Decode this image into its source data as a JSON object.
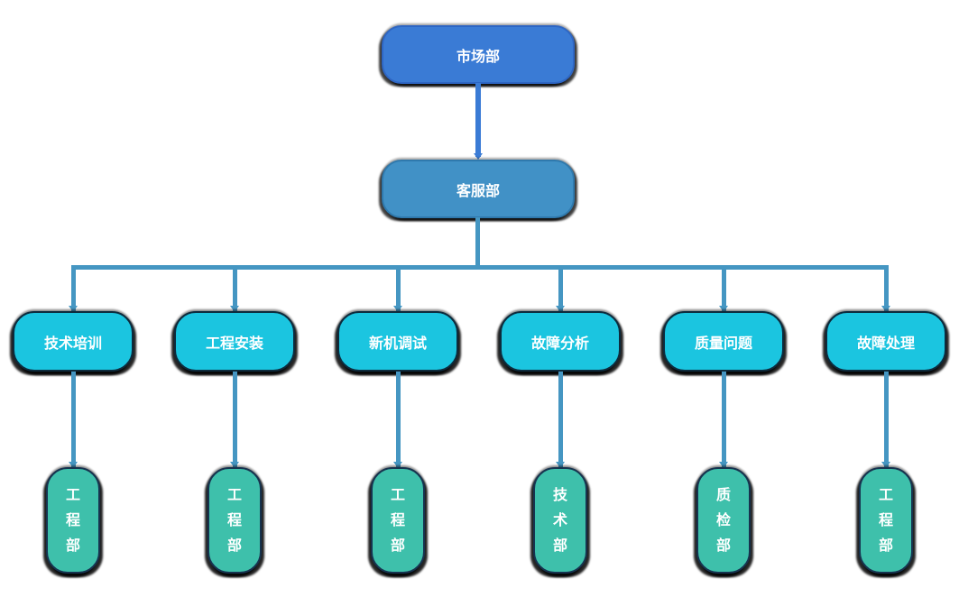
{
  "org_chart": {
    "root": {
      "label": "市场部"
    },
    "level2": {
      "label": "客服部"
    },
    "branches": [
      {
        "label": "技术培训",
        "department": "工程部"
      },
      {
        "label": "工程安装",
        "department": "工程部"
      },
      {
        "label": "新机调试",
        "department": "工程部"
      },
      {
        "label": "故障分析",
        "department": "技术部"
      },
      {
        "label": "质量问题",
        "department": "质检部"
      },
      {
        "label": "故障处理",
        "department": "工程部"
      }
    ],
    "colors": {
      "root_fill": "#3a7bd5",
      "level2_fill": "#4191c6",
      "branch_fill": "#1bc5e0",
      "department_fill": "#3ec0ab",
      "connector": "#4596c2"
    }
  }
}
